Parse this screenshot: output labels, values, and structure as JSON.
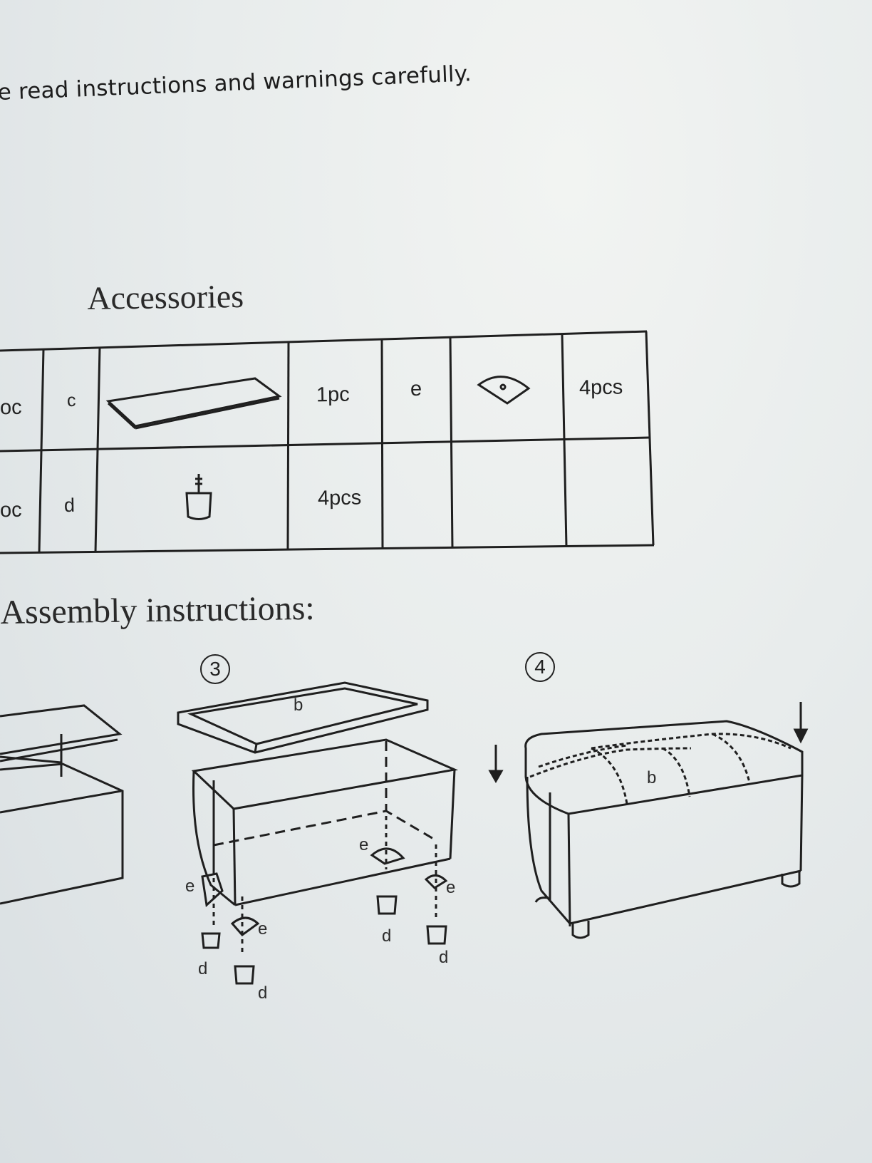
{
  "header": {
    "warning_text": "e read instructions and warnings carefully."
  },
  "accessories": {
    "title": "Accessories",
    "rows": [
      {
        "left_qty": "oc",
        "part": "c",
        "qty": "1pc",
        "part2": "e",
        "qty2": "4pcs",
        "icon": "board-panel-icon",
        "icon2": "corner-bracket-icon"
      },
      {
        "left_qty": "oc",
        "part": "d",
        "qty": "4pcs",
        "part2": "",
        "qty2": "",
        "icon": "bolt-foot-icon",
        "icon2": ""
      }
    ]
  },
  "assembly": {
    "title": "Assembly instructions:",
    "steps": [
      {
        "number": "3",
        "labels": [
          "b",
          "e",
          "e",
          "e",
          "e",
          "d",
          "d",
          "d",
          "d"
        ]
      },
      {
        "number": "4",
        "labels": [
          "b"
        ]
      }
    ]
  }
}
